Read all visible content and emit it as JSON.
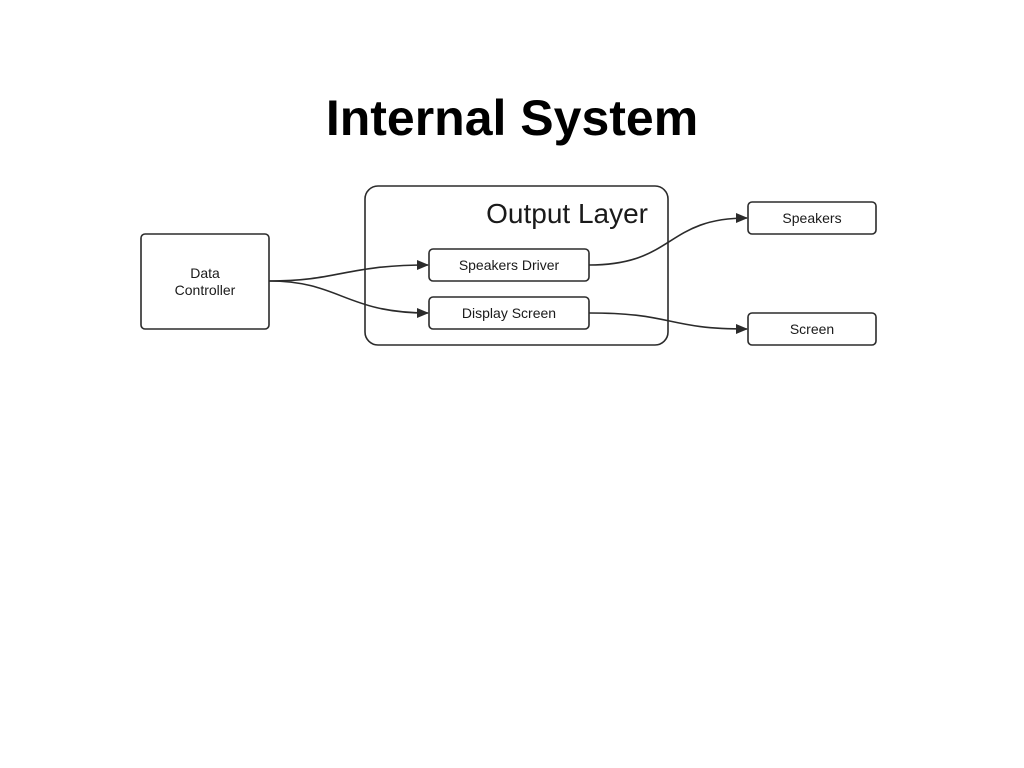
{
  "slide": {
    "title": "Internal System"
  },
  "diagram": {
    "group": {
      "label": "Output Layer"
    },
    "nodes": {
      "data_controller": {
        "line1": "Data",
        "line2": "Controller"
      },
      "speakers_driver": {
        "label": "Speakers Driver"
      },
      "display_screen": {
        "label": "Display Screen"
      },
      "speakers": {
        "label": "Speakers"
      },
      "screen": {
        "label": "Screen"
      }
    },
    "edges": [
      {
        "from": "Data Controller",
        "to": "Speakers Driver"
      },
      {
        "from": "Data Controller",
        "to": "Display Screen"
      },
      {
        "from": "Speakers Driver",
        "to": "Speakers"
      },
      {
        "from": "Display Screen",
        "to": "Screen"
      }
    ],
    "colors": {
      "stroke": "#2b2b2b",
      "background": "#ffffff"
    }
  }
}
